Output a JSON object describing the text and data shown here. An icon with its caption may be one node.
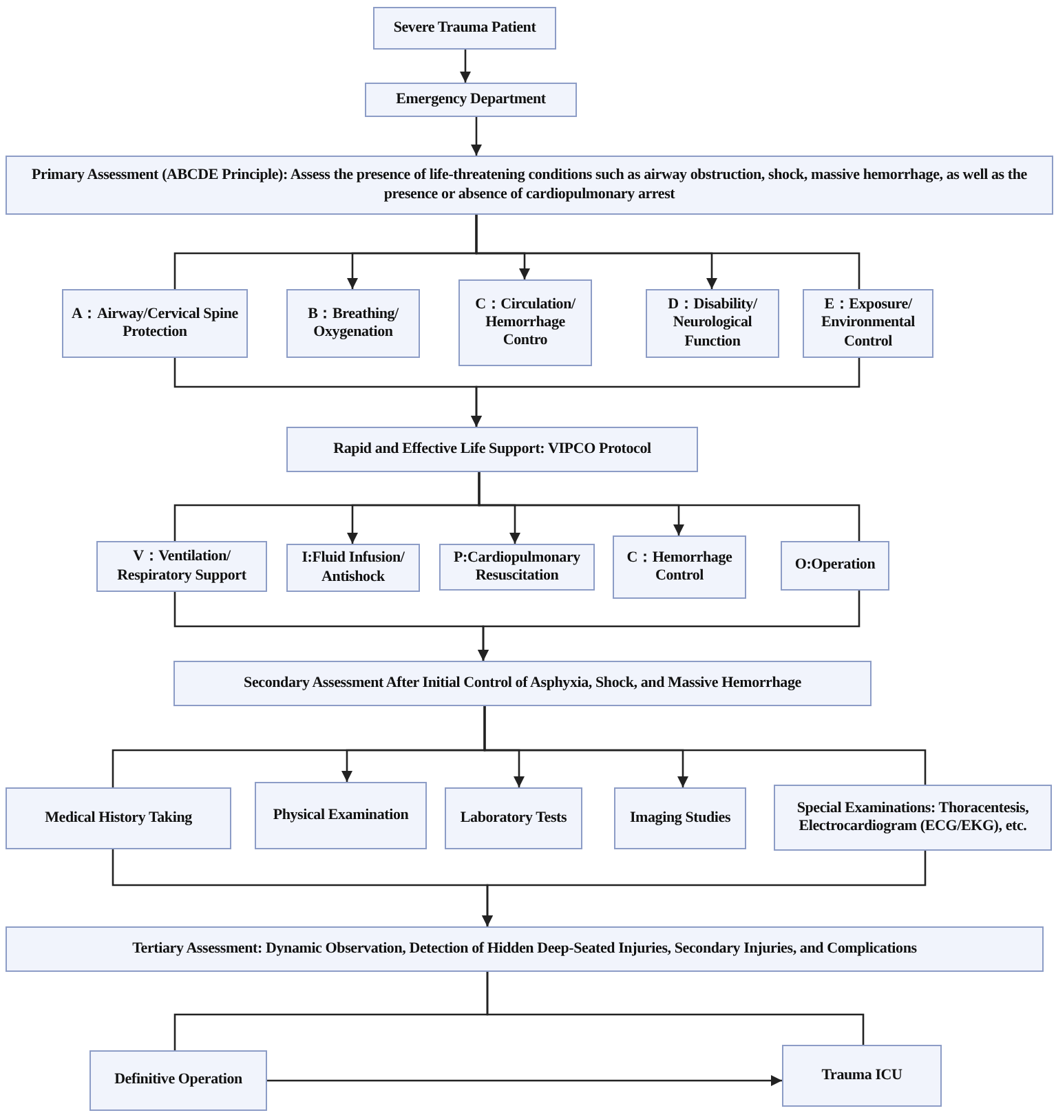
{
  "diagram": {
    "nodes": [
      {
        "text": [
          "Severe Trauma Patient"
        ]
      },
      {
        "text": [
          "Emergency Department"
        ]
      },
      {
        "text": [
          "Primary Assessment (ABCDE Principle): Assess the presence of life-threatening conditions such as airway obstruction, shock, massive hemorrhage, as well as the presence or absence of cardiopulmonary arrest"
        ]
      },
      {
        "text": [
          "A：Airway/Cervical Spine Protection"
        ]
      },
      {
        "text": [
          "B：Breathing/ Oxygenation"
        ]
      },
      {
        "text": [
          "C：Circulation/ Hemorrhage Contro"
        ]
      },
      {
        "text": [
          "D：Disability/ Neurological Function"
        ]
      },
      {
        "text": [
          "E：Exposure/ Environmental Control"
        ]
      },
      {
        "text": [
          "Rapid and Effective Life Support: VIPCO Protocol"
        ]
      },
      {
        "text": [
          "V：Ventilation/ Respiratory Support"
        ]
      },
      {
        "text": [
          "I:Fluid Infusion/ Antishock"
        ]
      },
      {
        "text": [
          "P:Cardiopulmonary Resuscitation"
        ]
      },
      {
        "text": [
          "C：Hemorrhage Control"
        ]
      },
      {
        "text": [
          "O:Operation"
        ]
      },
      {
        "text": [
          "Secondary Assessment After Initial Control of Asphyxia, Shock, and Massive Hemorrhage"
        ]
      },
      {
        "text": [
          "Medical History Taking"
        ]
      },
      {
        "text": [
          "Physical Examination"
        ]
      },
      {
        "text": [
          "Laboratory Tests"
        ]
      },
      {
        "text": [
          "Imaging Studies"
        ]
      },
      {
        "text": [
          "Special Examinations: Thoracentesis, Electrocardiogram (ECG/EKG), etc."
        ]
      },
      {
        "text": [
          "Tertiary Assessment: Dynamic Observation, Detection of Hidden Deep-Seated Injuries, Secondary Injuries, and Complications"
        ]
      },
      {
        "text": [
          "Definitive Operation"
        ]
      },
      {
        "text": [
          "Trauma ICU"
        ]
      }
    ],
    "edges": [
      {
        "from": 0,
        "to": 1,
        "arrow": "to"
      },
      {
        "from": 1,
        "to": 2,
        "arrow": "to"
      },
      {
        "from": 2,
        "to": 3,
        "arrow": "none"
      },
      {
        "from": 2,
        "to": 4,
        "arrow": "to"
      },
      {
        "from": 2,
        "to": 5,
        "arrow": "to"
      },
      {
        "from": 2,
        "to": 6,
        "arrow": "to"
      },
      {
        "from": 2,
        "to": 7,
        "arrow": "none"
      },
      {
        "from": 3,
        "to": 8,
        "arrow": "to"
      },
      {
        "from": 7,
        "to": 8,
        "arrow": "to"
      },
      {
        "from": 8,
        "to": 9,
        "arrow": "none"
      },
      {
        "from": 8,
        "to": 10,
        "arrow": "to"
      },
      {
        "from": 8,
        "to": 11,
        "arrow": "to"
      },
      {
        "from": 8,
        "to": 12,
        "arrow": "to"
      },
      {
        "from": 8,
        "to": 13,
        "arrow": "none"
      },
      {
        "from": 9,
        "to": 14,
        "arrow": "to"
      },
      {
        "from": 13,
        "to": 14,
        "arrow": "to"
      },
      {
        "from": 14,
        "to": 15,
        "arrow": "none"
      },
      {
        "from": 14,
        "to": 16,
        "arrow": "to"
      },
      {
        "from": 14,
        "to": 17,
        "arrow": "to"
      },
      {
        "from": 14,
        "to": 18,
        "arrow": "to"
      },
      {
        "from": 14,
        "to": 19,
        "arrow": "none"
      },
      {
        "from": 15,
        "to": 20,
        "arrow": "to"
      },
      {
        "from": 19,
        "to": 20,
        "arrow": "to"
      },
      {
        "from": 20,
        "to": 21,
        "arrow": "none"
      },
      {
        "from": 20,
        "to": 22,
        "arrow": "none"
      },
      {
        "from": 21,
        "to": 22,
        "arrow": "to"
      }
    ]
  }
}
